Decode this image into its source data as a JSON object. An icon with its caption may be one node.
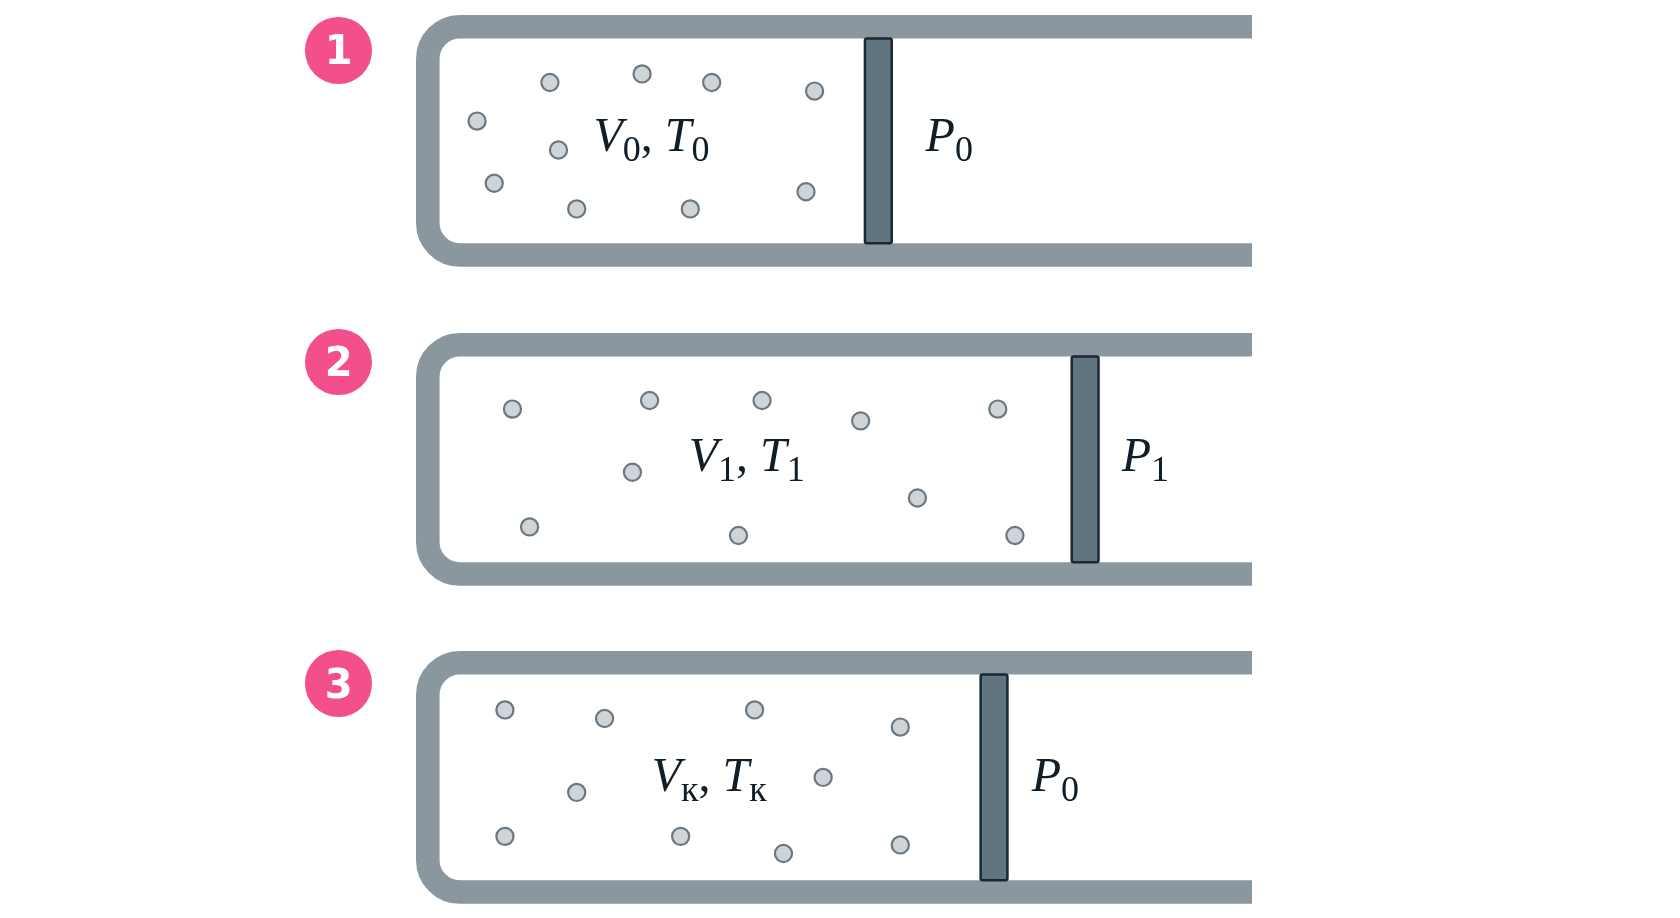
{
  "diagram": {
    "nodes": [
      {
        "text": [
          "1"
        ]
      },
      {
        "text": [
          "*V*$_{0}$, *T*$_{0}$",
          "*P*$_{0}$"
        ]
      },
      {
        "text": [
          "2"
        ]
      },
      {
        "text": [
          "*V*$_{1}$, *T*$_{1}$",
          "*P*$_{1}$"
        ]
      },
      {
        "text": [
          "3"
        ]
      },
      {
        "text": [
          "*V*$_{к}$, *T*$_{к}$",
          "*P*$_{0}$"
        ]
      }
    ]
  }
}
